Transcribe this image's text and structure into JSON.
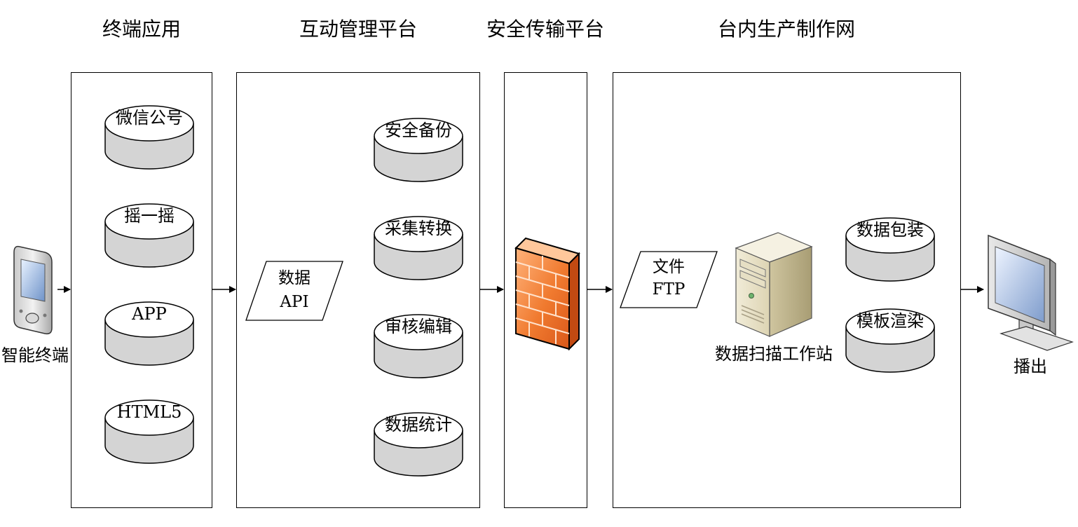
{
  "headers": {
    "terminal_apps": "终端应用",
    "interaction_platform": "互动管理平台",
    "secure_transfer": "安全传输平台",
    "production_network": "台内生产制作网"
  },
  "smart_terminal": {
    "label": "智能终端",
    "icon": "smartphone-icon"
  },
  "terminal_apps": [
    "微信公号",
    "摇一摇",
    "APP",
    "HTML5"
  ],
  "interaction_platform": {
    "api_box": {
      "line1": "数据",
      "line2": "API"
    },
    "services": [
      "安全备份",
      "采集转换",
      "审核编辑",
      "数据统计"
    ]
  },
  "secure_transfer": {
    "icon": "firewall-icon",
    "color": "#f07a2f"
  },
  "production_network": {
    "ftp_box": {
      "line1": "文件",
      "line2": "FTP"
    },
    "workstation": {
      "label": "数据扫描工作站",
      "icon": "server-tower-icon"
    },
    "services": [
      "数据包装",
      "模板渲染"
    ]
  },
  "output": {
    "label": "播出",
    "icon": "monitor-icon"
  }
}
